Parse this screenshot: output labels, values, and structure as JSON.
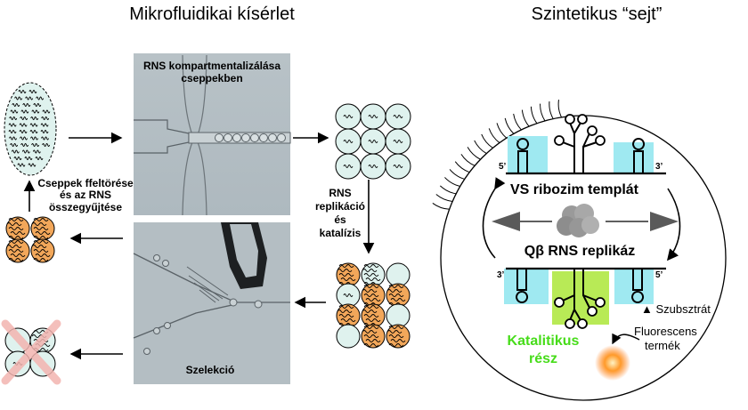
{
  "left_panel": {
    "title": "Mikrofluidikai kísérlet",
    "photo_top_caption_line1": "RNS kompartmentalizálása",
    "photo_top_caption_line2": "cseppekben",
    "step_replication_line1": "RNS",
    "step_replication_line2": "replikáció",
    "step_replication_line3": "és",
    "step_replication_line4": "katalízis",
    "step_break_line1": "Cseppek ffeltörése",
    "step_break_line2": "és az RNS",
    "step_break_line3": "összegyűjtése",
    "photo_bottom_caption": "Szelekció"
  },
  "right_panel": {
    "title": "Szintetikus “sejt”",
    "template_label": "VS ribozim templát",
    "replicase_label": "Qβ RNS replikáz",
    "catalytic_label_line1": "Katalitikus",
    "catalytic_label_line2": "rész",
    "substrate_label": "▲ Szubsztrát",
    "product_label_line1": "Fluorescens",
    "product_label_line2": "termék",
    "strand_top_5": "5’",
    "strand_top_3": "3’",
    "strand_bottom_3": "3’",
    "strand_bottom_5": "5’"
  },
  "colors": {
    "droplet_fill": "#dff2ee",
    "droplet_active": "#f2a75a",
    "cyan_box": "#9fe9f1",
    "green_box": "#b8ea56",
    "catalytic_text": "#47dc1a",
    "reject_mark": "#f3b4b0"
  }
}
